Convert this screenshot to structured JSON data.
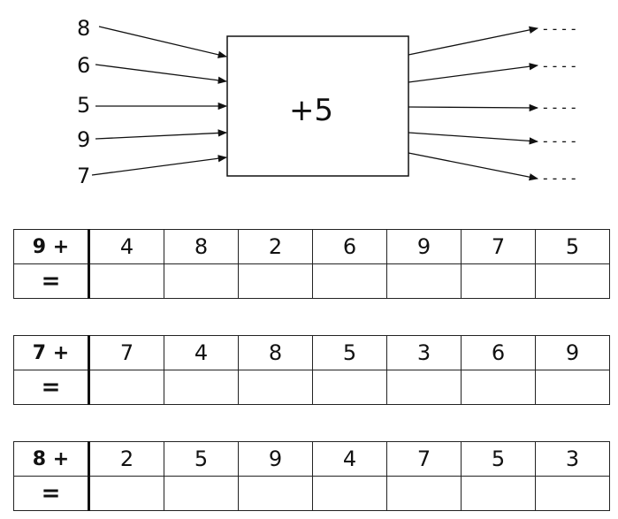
{
  "machine": {
    "operation": "+5",
    "inputs": [
      "8",
      "6",
      "5",
      "9",
      "7"
    ],
    "outputs": [
      "----",
      "----",
      "----",
      "----",
      "----"
    ]
  },
  "tables": [
    {
      "head": "9 +",
      "equals": "=",
      "numbers": [
        "4",
        "8",
        "2",
        "6",
        "9",
        "7",
        "5"
      ]
    },
    {
      "head": "7 +",
      "equals": "=",
      "numbers": [
        "7",
        "4",
        "8",
        "5",
        "3",
        "6",
        "9"
      ]
    },
    {
      "head": "8 +",
      "equals": "=",
      "numbers": [
        "2",
        "5",
        "9",
        "4",
        "7",
        "5",
        "3"
      ]
    }
  ]
}
